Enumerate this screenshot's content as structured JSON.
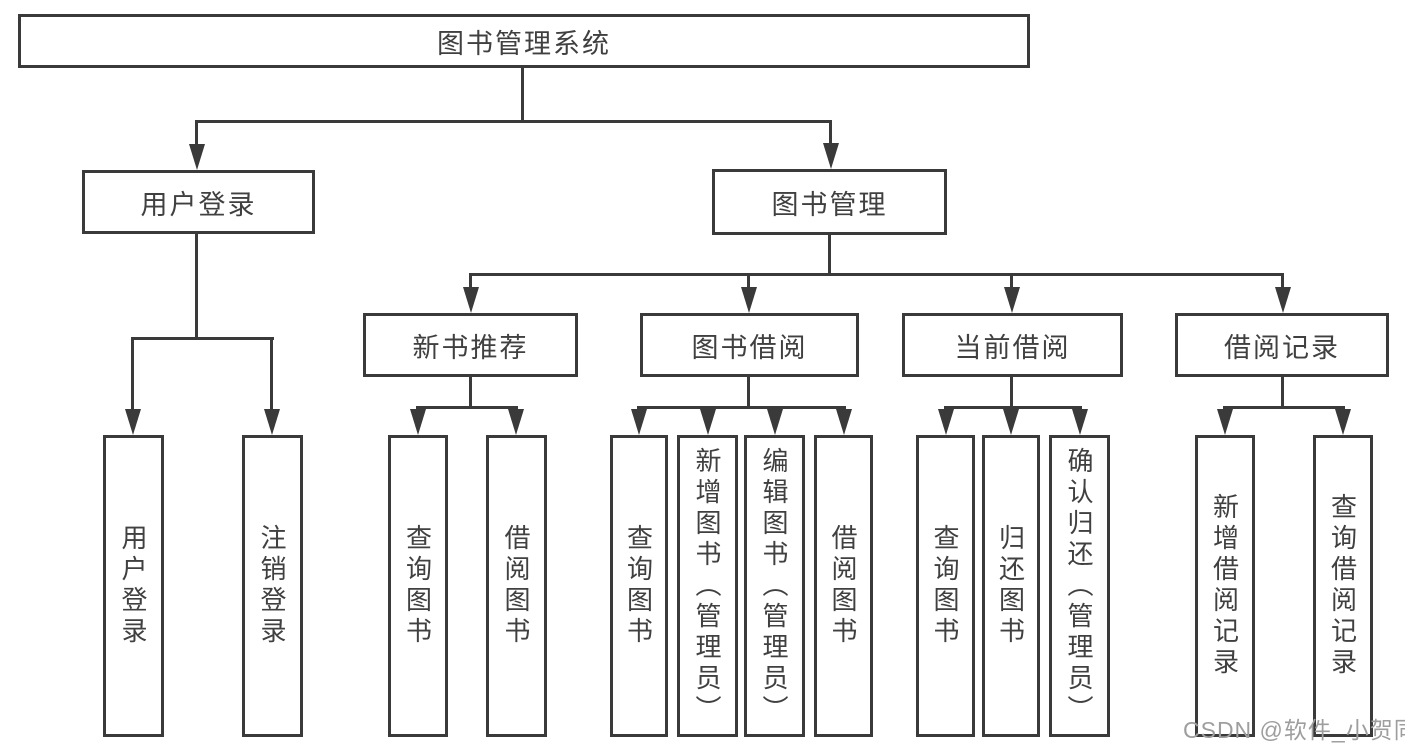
{
  "colors": {
    "line": "#3a3a3a",
    "text": "#404040",
    "background": "#ffffff",
    "watermark": "#9e9e9e"
  },
  "diagram": {
    "title": "图书管理系统",
    "level2": {
      "user_login": "用户登录",
      "book_mgmt": "图书管理"
    },
    "level3": {
      "new_book_rec": "新书推荐",
      "book_borrow": "图书借阅",
      "current_borrow": "当前借阅",
      "borrow_records": "借阅记录"
    },
    "leaves": {
      "user_login": "用户登录",
      "logout": "注销登录",
      "query_books_1": "查询图书",
      "borrow_books_1": "借阅图书",
      "query_books_2": "查询图书",
      "add_books_admin": "新增图书（管理员）",
      "edit_books_admin": "编辑图书（管理员）",
      "borrow_books_2": "借阅图书",
      "query_books_3": "查询图书",
      "return_books": "归还图书",
      "confirm_return_admin": "确认归还（管理员）",
      "add_borrow_record": "新增借阅记录",
      "query_borrow_record": "查询借阅记录"
    },
    "watermark": "CSDN @软件_小贺同学"
  }
}
